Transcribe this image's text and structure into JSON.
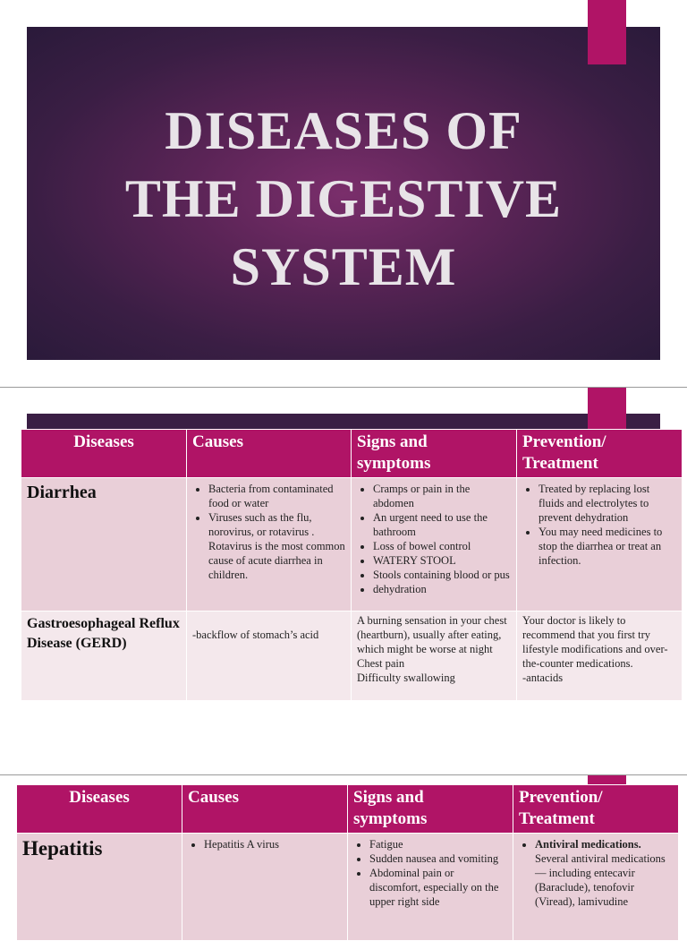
{
  "slide1": {
    "title_lines": [
      "DISEASES OF",
      "THE DIGESTIVE",
      "SYSTEM"
    ]
  },
  "headers": {
    "diseases": "Diseases",
    "causes": "Causes",
    "signs_l1": "Signs and",
    "signs_l2": "symptoms",
    "prev_l1": "Prevention/",
    "prev_l2": "Treatment"
  },
  "table1": {
    "rows": [
      {
        "disease": "Diarrhea",
        "causes": [
          "Bacteria from contaminated food or water",
          "Viruses such as the flu, norovirus, or rotavirus . Rotavirus is the most common cause of acute diarrhea in children."
        ],
        "signs": [
          "Cramps or pain in the abdomen",
          "An urgent need to use the bathroom",
          "Loss of bowel control",
          "WATERY STOOL",
          "Stools containing blood or pus",
          "dehydration"
        ],
        "prevention": [
          "Treated by replacing lost fluids and electrolytes to prevent dehydration",
          "You may need medicines to stop the diarrhea or treat an infection."
        ]
      },
      {
        "disease": "Gastroesophageal Reflux Disease (GERD)",
        "causes": "-backflow of stomach’s acid",
        "signs": [
          "A burning sensation in your chest (heartburn), usually after eating, which might be worse at night",
          "Chest pain",
          "Difficulty swallowing"
        ],
        "prevention": [
          "Your doctor is likely to recommend that you first try lifestyle modifications and over-the-counter medications.",
          "-antacids"
        ]
      }
    ]
  },
  "table2": {
    "rows": [
      {
        "disease": "Hepatitis",
        "causes": [
          "Hepatitis A virus"
        ],
        "signs": [
          "Fatigue",
          "Sudden nausea and vomiting",
          "Abdominal pain or discomfort, especially on the upper right side"
        ],
        "prevention_bold": "Antiviral medications.",
        "prevention_rest": " Several antiviral medications — including entecavir (Baraclude), tenofovir (Viread), lamivudine"
      }
    ]
  }
}
